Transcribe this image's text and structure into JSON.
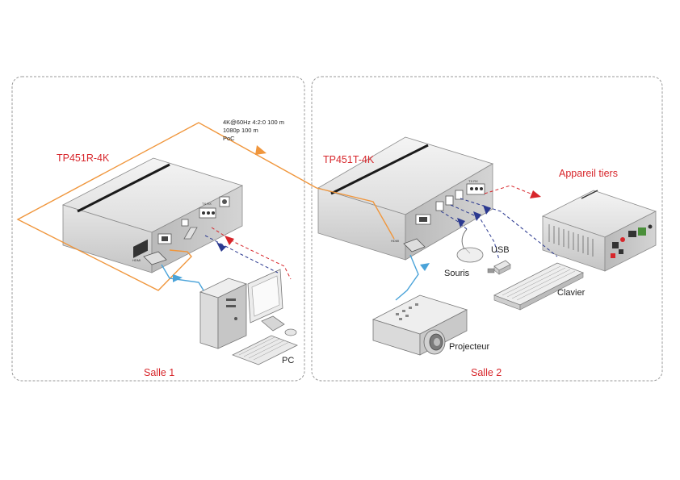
{
  "rooms": [
    {
      "label": "Salle 1"
    },
    {
      "label": "Salle 2"
    }
  ],
  "devices": {
    "receiver": "TP451R-4K",
    "transmitter": "TP451T-4K",
    "third_party": "Appareil tiers"
  },
  "link_specs": [
    "4K@60Hz 4:2:0 100 m",
    "1080p 100 m",
    "PoC"
  ],
  "peripherals": {
    "pc": "PC",
    "mouse": "Souris",
    "usb": "USB",
    "keyboard": "Clavier",
    "projector": "Projecteur"
  },
  "port_text": {
    "hdmi": "HDMI",
    "rs232": "TX RX"
  },
  "colors": {
    "hdbaset_cable": "#f0963c",
    "hdmi_cable": "#4aa3d9",
    "usb_cable": "#2b3990",
    "rs232_cable": "#d7262b",
    "room_border": "#9a9a9a",
    "label_red": "#d7262b"
  }
}
